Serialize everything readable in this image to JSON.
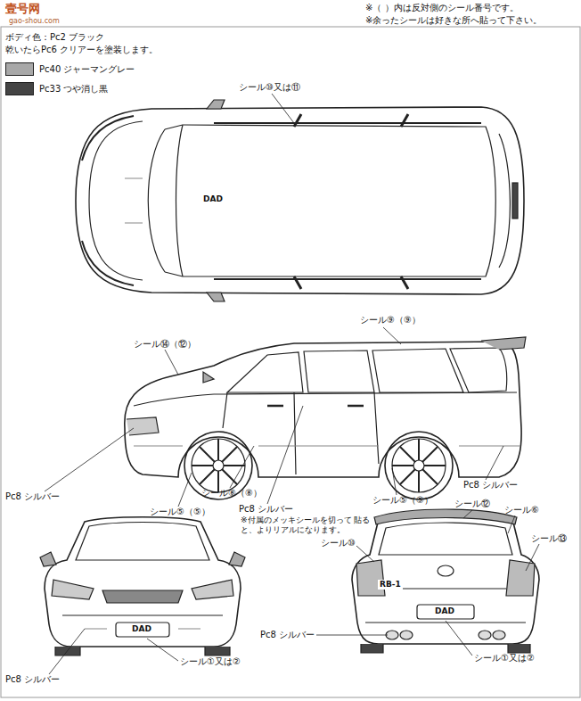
{
  "diagram": {
    "labels": [
      "※（ ）内は反対側のシール番号です。",
      "※余ったシールは好きな所へ貼って下さい。",
      "壹号网",
      "gao-shou.com",
      "ボディ色：Pc2 ブラック",
      "乾いたらPc6 クリアーを塗装します。",
      "シール⑩又は⑪",
      "DAD",
      "シール⑨（⑨）",
      "シール⑭（⑫）",
      "Pc8 シルバー",
      "シール⑤（⑤）",
      "シール⑧（⑧）",
      "Pc8 シルバー",
      "※付属のメッキシールを切って 貼ると、よりリアルになります。",
      "シール⑤（⑤）",
      "Pc8 シルバー",
      "DAD",
      "シール①又は②",
      "Pc8 シルバー",
      "シール⑫",
      "シール⑥",
      "シール⑩",
      "シール⑬",
      "RB-1",
      "DAD",
      "Pc8 シルバー",
      "シール①又は②"
    ],
    "legend": [
      {
        "text": "Pc40 ジャーマングレー",
        "color": "#a8a8a8"
      },
      {
        "text": "Pc33 つや消し黒",
        "color": "#444444"
      }
    ]
  }
}
